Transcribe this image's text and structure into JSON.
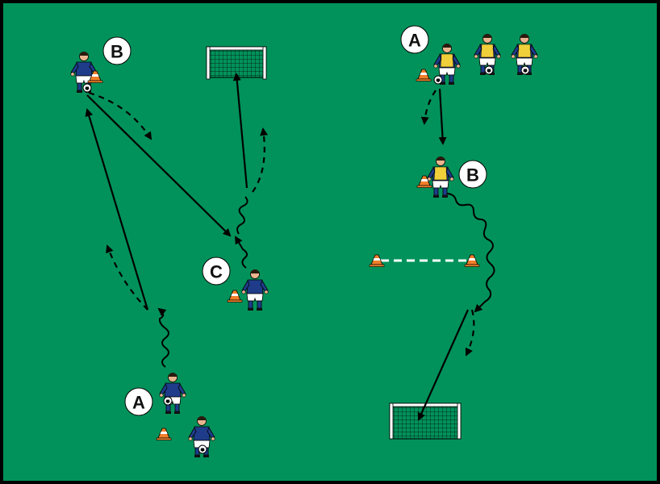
{
  "colors": {
    "pitch": "#00925a",
    "border": "#000000",
    "home_shirt": "#1f3c8a",
    "bib": "#f0d03a",
    "shorts": "#ffffff",
    "socks": "#1f3c8a",
    "skin": "#e9b58f",
    "hair": "#2a1a0e",
    "cone": "#f07f2a",
    "line": "#000000",
    "dashed_marker": "#ffffff"
  },
  "left_drill": {
    "labels": [
      "A",
      "B",
      "C"
    ]
  },
  "right_drill": {
    "labels": [
      "A",
      "B"
    ]
  }
}
